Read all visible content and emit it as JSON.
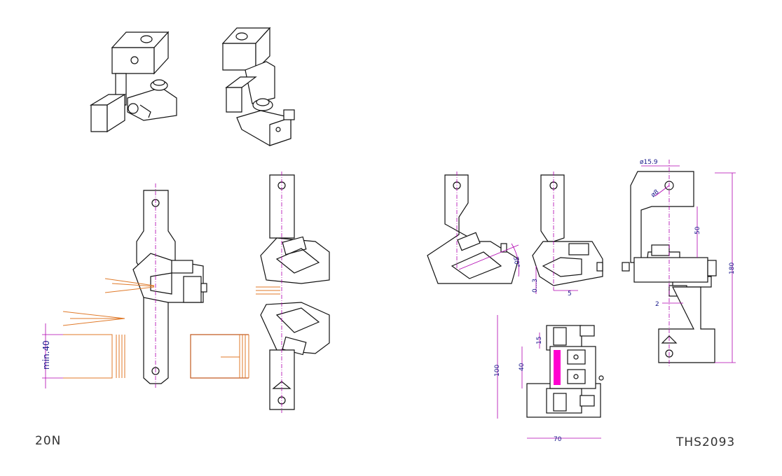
{
  "captions": {
    "left": "20N",
    "right": "THS2093"
  },
  "dimensions": {
    "min_gap": "min.40",
    "angle": "30°",
    "range": "0...3",
    "offset": "5",
    "hole_large": "ø15.9",
    "hole_small": "ø8",
    "height_50": "50",
    "height_180": "180",
    "offset_2": "2",
    "w15": "15",
    "w40": "40",
    "h100": "100",
    "width_70": "70"
  },
  "colors": {
    "line": "#111111",
    "centerline": "#b000b0",
    "dimension_text": "#1a1a8c",
    "specimen": "#e07a2a"
  }
}
